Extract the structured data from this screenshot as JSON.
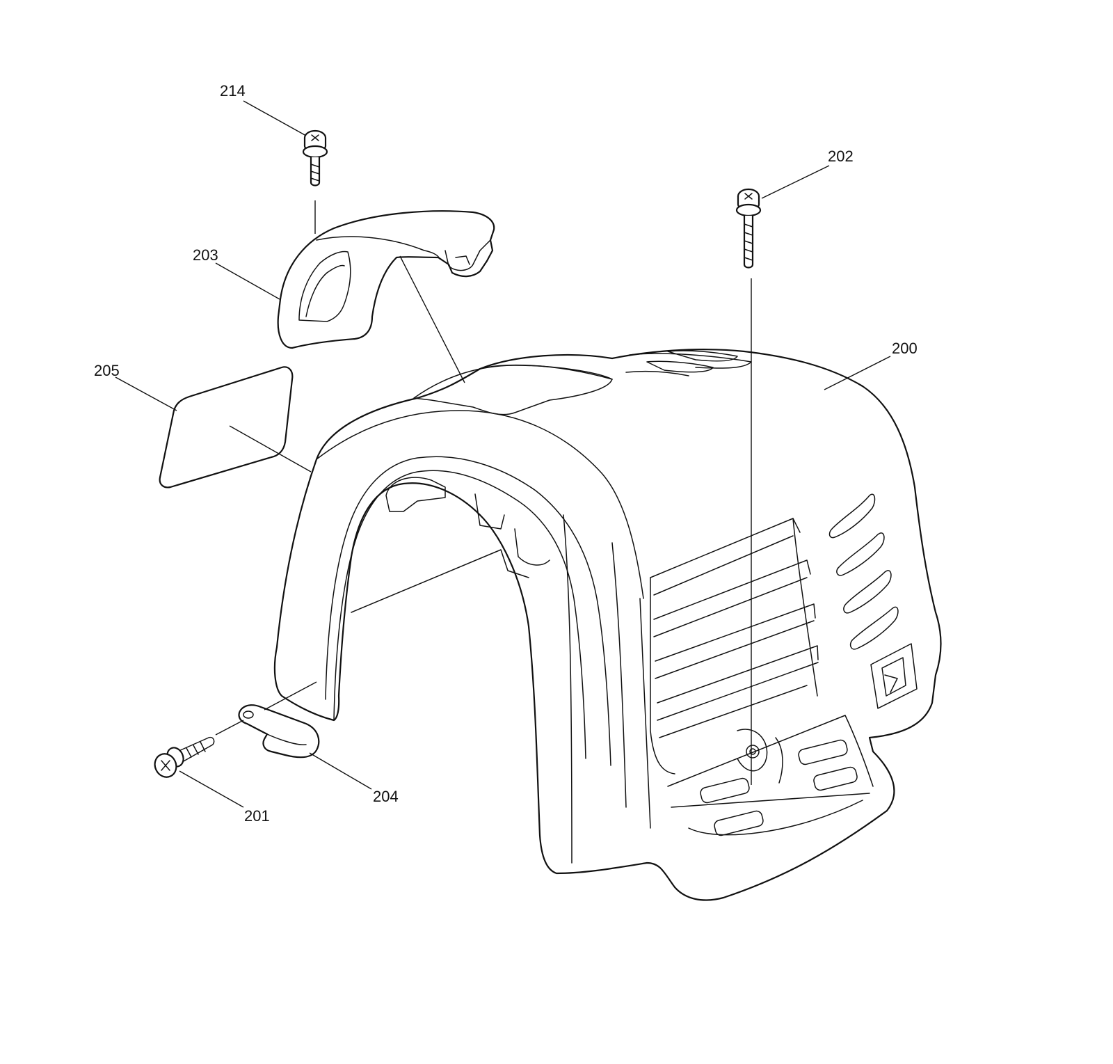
{
  "diagram": {
    "parts": [
      {
        "key": "p200",
        "number": "200"
      },
      {
        "key": "p201",
        "number": "201"
      },
      {
        "key": "p202",
        "number": "202"
      },
      {
        "key": "p203",
        "number": "203"
      },
      {
        "key": "p204",
        "number": "204"
      },
      {
        "key": "p205",
        "number": "205"
      },
      {
        "key": "p214",
        "number": "214"
      }
    ],
    "line_color": "#111111",
    "background": "#ffffff"
  }
}
